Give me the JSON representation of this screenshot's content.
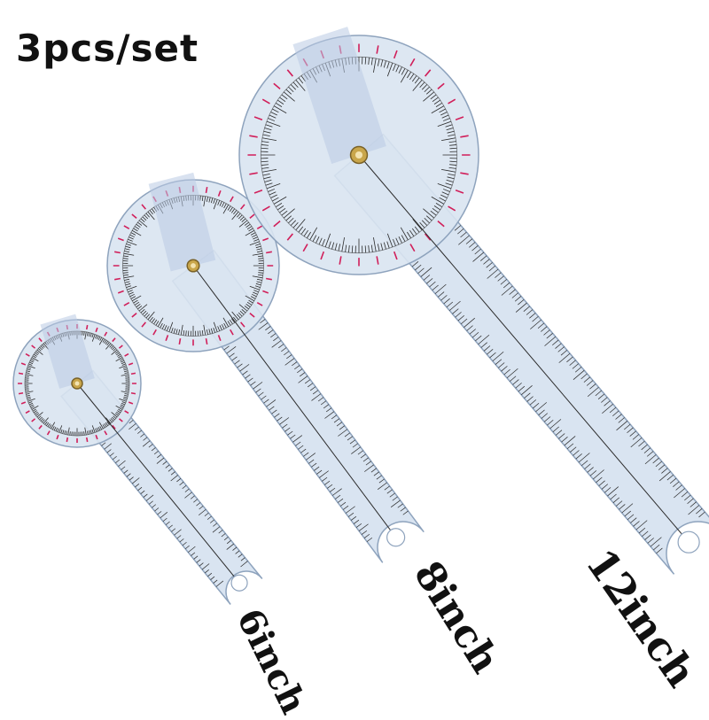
{
  "header": {
    "title": "3pcs/set"
  },
  "labels": {
    "six": "6inch",
    "eight": "8inch",
    "twelve": "12inch"
  },
  "colors": {
    "plastic": "#d9e4f1",
    "edge": "#8ea3bd",
    "ticks": "#2b2b2b",
    "red_scale": "#d11f5a",
    "rivet": "#c9a64b"
  },
  "icons": {
    "product": "goniometer-icon"
  }
}
